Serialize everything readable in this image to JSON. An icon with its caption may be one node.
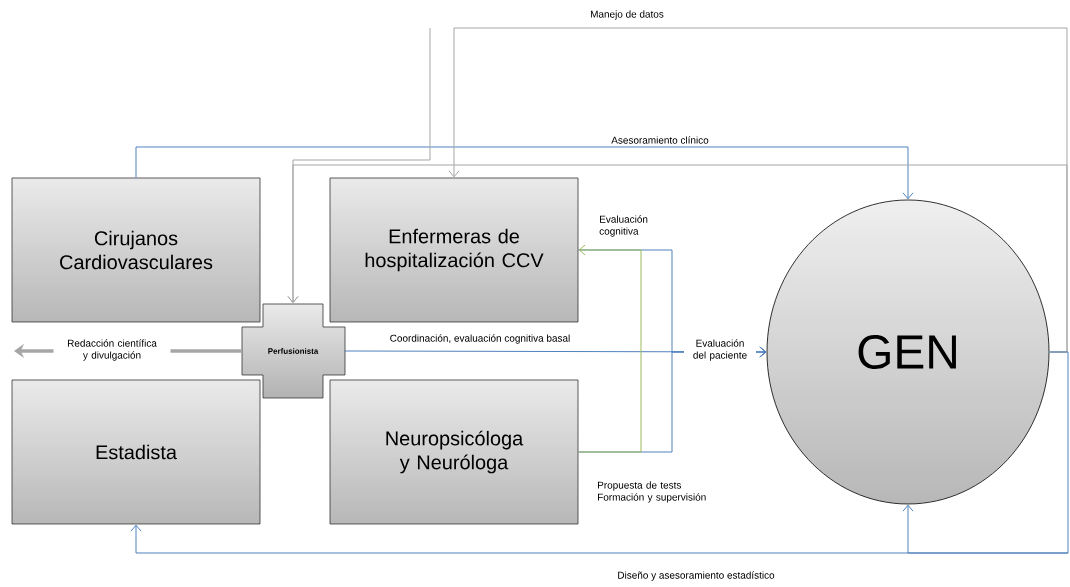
{
  "diagram": {
    "nodes": [
      {
        "text": [
          "Cirujanos Cardiovasculares"
        ]
      },
      {
        "text": [
          "Enfermeras de hospitalización CCV"
        ]
      },
      {
        "text": [
          "Perfusionista"
        ]
      },
      {
        "text": [
          "Estadista"
        ]
      },
      {
        "text": [
          "Neuropsicóloga y Neuróloga"
        ]
      },
      {
        "text": [
          "GEN"
        ]
      }
    ],
    "edges": [
      {
        "from": 0,
        "to": 5,
        "arrow": "to",
        "label": "Asesoramiento clínico"
      },
      {
        "from": 5,
        "to": 1,
        "arrow": "to",
        "label": "Manejo de datos",
        "color": "#a6a6a6"
      },
      {
        "from": 5,
        "to": 2,
        "arrow": "to",
        "color": "#a6a6a6"
      },
      {
        "from": null,
        "to": 2,
        "arrow": "to",
        "color": "#a6a6a6"
      },
      {
        "from": 2,
        "to": 5,
        "arrow": "to",
        "label": "Coordinación, evaluación cognitiva basal"
      },
      {
        "from": 1,
        "to": 5,
        "arrow": "to",
        "label": "Evaluación del paciente"
      },
      {
        "from": 4,
        "to": 5,
        "arrow": "to",
        "label": "Propuesta de tests Formación y supervisión"
      },
      {
        "from": 4,
        "to": 1,
        "arrow": "to",
        "label": "Evaluación cognitiva",
        "color": "#9bbb59"
      },
      {
        "from": 5,
        "to": 3,
        "arrow": "to",
        "label": "Diseño y asesoramiento estadístico"
      },
      {
        "from": null,
        "to": 5,
        "arrow": "to"
      },
      {
        "from": 2,
        "to": null,
        "arrow": "to",
        "label": "Redacción científica y divulgación",
        "style": "thick",
        "color": "#a6a6a6"
      }
    ]
  }
}
